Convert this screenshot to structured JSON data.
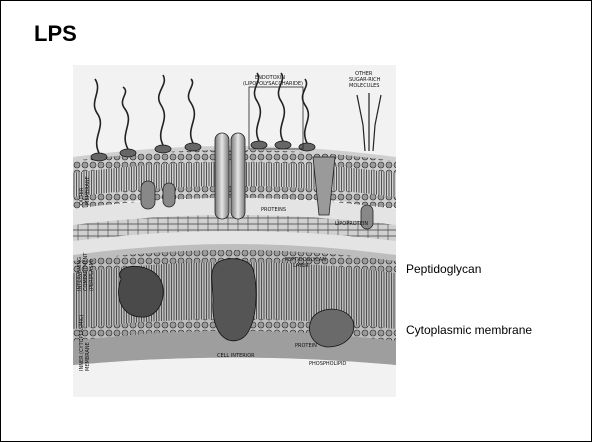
{
  "slide": {
    "title": "LPS",
    "labels": {
      "peptidoglycan": "Peptidoglycan",
      "cytoplasmic_membrane": "Cytoplasmic membrane"
    }
  },
  "figure": {
    "annotations": {
      "endotoxin": "ENDOTOXIN",
      "endotoxin_sub": "(LIPOPOLYSACCHARIDE)",
      "other1": "OTHER",
      "other2": "SUGAR-RICH",
      "other3": "MOLECULES",
      "proteins": "PROTEINS",
      "lipoprotein": "LIPOPROTEIN",
      "peptidoglycan1": "PEPTIDOGLYCAN",
      "peptidoglycan2": "LAYER",
      "protein": "PROTEIN",
      "cell_interior": "CELL INTERIOR",
      "phospholipid": "PHOSPHOLIPID",
      "side_outer1": "OUTER",
      "side_outer2": "MEMBRANE",
      "side_mid1": "INTERVENING",
      "side_mid2": "COMPARTMENT",
      "side_mid3": "(PERIPLASM)",
      "side_inner1": "INNER (CYTOPLASMIC)",
      "side_inner2": "MEMBRANE"
    }
  }
}
